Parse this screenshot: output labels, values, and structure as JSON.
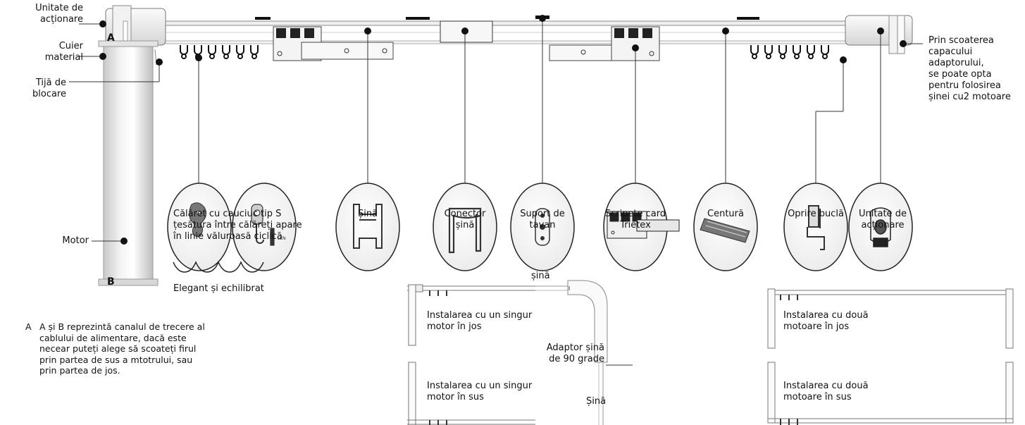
{
  "left_labels": {
    "drive_unit": [
      "Unitate de",
      "acționare"
    ],
    "fabric_hanger": [
      "Cuier",
      "material"
    ],
    "lock_rod": [
      "Tijă de",
      "blocare"
    ],
    "motor": "Motor",
    "channel_a": "A",
    "channel_b": "B"
  },
  "right_label": [
    "Prin scoaterea",
    "capacului",
    "adaptorului,",
    "se poate opta",
    "pentru folosirea",
    "șinei cu2 motoare"
  ],
  "components": [
    {
      "id": "runner",
      "label": [
        "Călăreț cu cauciuc tip S",
        "țesătura între călăreți apare",
        "în linie văluroasă ciclică"
      ]
    },
    {
      "id": "rail",
      "label": [
        "Șină"
      ]
    },
    {
      "id": "rail-connector",
      "label": [
        "Conector",
        "șină"
      ]
    },
    {
      "id": "ceiling-bracket",
      "label": [
        "Suport de",
        "tavan"
      ]
    },
    {
      "id": "card-pulleys",
      "label": [
        "Scripete card",
        "Trietex"
      ]
    },
    {
      "id": "belt",
      "label": [
        "Centură"
      ]
    },
    {
      "id": "loop-stop",
      "label": [
        "Oprire buclă"
      ]
    },
    {
      "id": "drive-unit-2",
      "label": [
        "Unitate de",
        "acționare"
      ]
    }
  ],
  "wave_caption": "Elegant și echilibrat",
  "note": {
    "marker": "A",
    "text": "A și B reprezintă canalul de trecere al cablului de alimentare, dacă este necear puteți alege să scoateți firul prin partea de sus a mtotrului, sau prin partea de jos."
  },
  "install_middle": {
    "top": "Instalarea cu un singur motor în jos",
    "bottom": "Instalarea cu un singur motor în sus",
    "rail_top": "șină",
    "adaptor": [
      "Adaptor șină",
      "de 90 grade"
    ],
    "rail_bottom": "Șină"
  },
  "install_right": {
    "top": [
      "Instalarea cu două",
      "motoare în jos"
    ],
    "bottom": [
      "Instalarea cu două",
      "motoare în sus"
    ]
  }
}
